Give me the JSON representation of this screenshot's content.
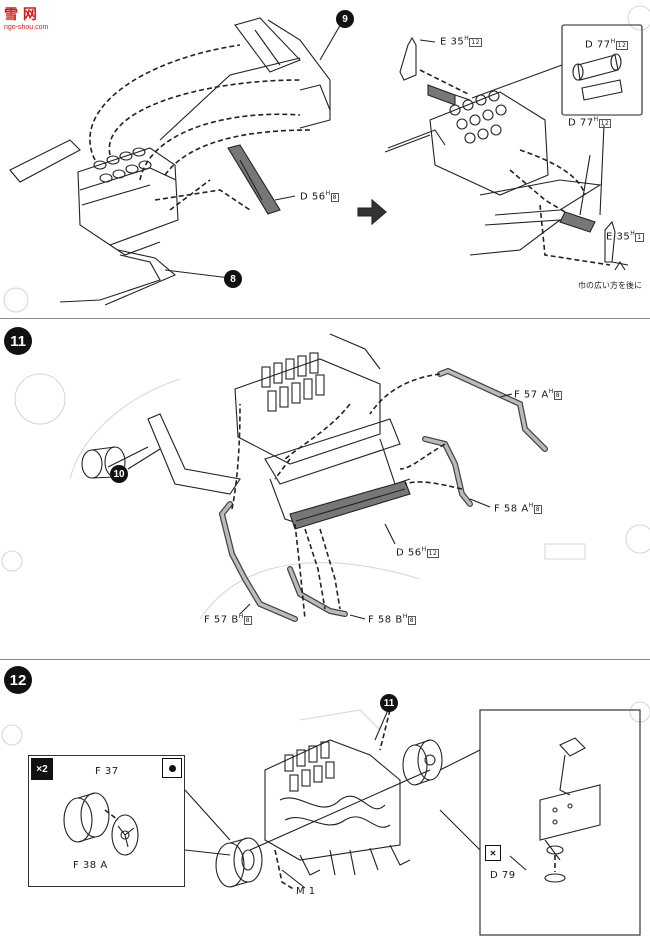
{
  "watermark": {
    "brand": "雪 网",
    "url": "ngo-shou.com"
  },
  "step10": {
    "callouts": [
      "9",
      "8"
    ],
    "left_labels": [
      {
        "code": "D 56",
        "sup": "H",
        "plate": "8"
      }
    ],
    "right_labels": [
      {
        "code": "E 35",
        "sup": "H",
        "plate": "12"
      },
      {
        "code": "D 77",
        "sup": "H",
        "plate": "12"
      },
      {
        "code": "D 77",
        "sup": "H",
        "plate": "12"
      },
      {
        "code": "E 35",
        "sup": "H",
        "plate": "1"
      }
    ],
    "note": "巾の広い方を後に"
  },
  "step11": {
    "badge": "11",
    "callout": "10",
    "labels": [
      {
        "code": "F 57 A",
        "sup": "H",
        "plate": "8"
      },
      {
        "code": "F 58 A",
        "sup": "H",
        "plate": "8"
      },
      {
        "code": "D 56",
        "sup": "H",
        "plate": "12"
      },
      {
        "code": "F 57 B",
        "sup": "H",
        "plate": "8"
      },
      {
        "code": "F 58 B",
        "sup": "H",
        "plate": "8"
      }
    ]
  },
  "step12": {
    "badge": "12",
    "callout": "11",
    "inset": {
      "multiplier": "×2",
      "top_label": "F 37",
      "bottom_label": "F 38 A"
    },
    "labels": {
      "axle": "M 1",
      "part": "D 79"
    }
  }
}
